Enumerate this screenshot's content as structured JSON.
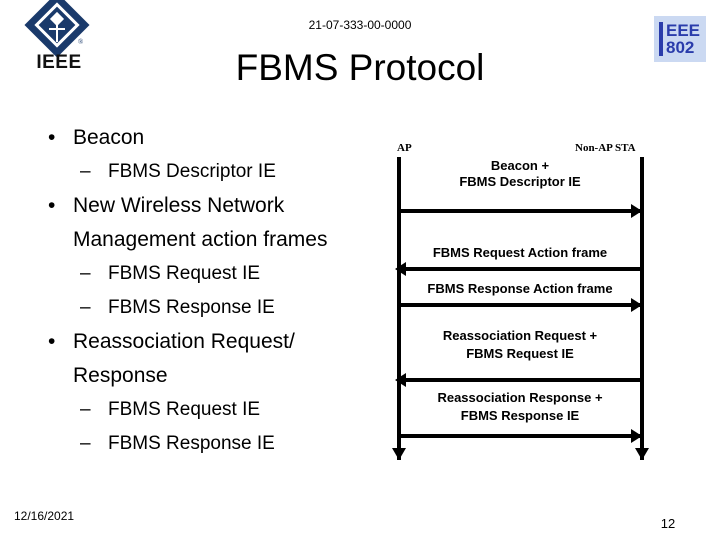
{
  "header": {
    "doc_number": "21-07-333-00-0000",
    "title": "FBMS Protocol"
  },
  "logos": {
    "ieee": {
      "wordmark": "IEEE",
      "registered_mark": "®",
      "icon": "ieee-diamond-logo",
      "color": "#1a3a6b"
    },
    "ieee802": {
      "line1": "EEE",
      "line2": "802",
      "background": "#cbd9f2",
      "text_color": "#2a3cab"
    }
  },
  "bullets": [
    {
      "level": 1,
      "marker": "•",
      "text": "Beacon"
    },
    {
      "level": 2,
      "marker": "–",
      "text": "FBMS Descriptor IE"
    },
    {
      "level": 1,
      "marker": "•",
      "text": "New Wireless Network Management action frames"
    },
    {
      "level": 2,
      "marker": "–",
      "text": "FBMS Request IE"
    },
    {
      "level": 2,
      "marker": "–",
      "text": "FBMS Response IE"
    },
    {
      "level": 1,
      "marker": "•",
      "text": "Reassociation Request/ Response"
    },
    {
      "level": 2,
      "marker": "–",
      "text": "FBMS Request IE"
    },
    {
      "level": 2,
      "marker": "–",
      "text": "FBMS Response IE"
    }
  ],
  "sequence_diagram": {
    "actors": {
      "left": "AP",
      "right": "Non-AP STA"
    },
    "messages": [
      {
        "direction": "right",
        "line1": "Beacon  +",
        "line2": "FBMS Descriptor IE"
      },
      {
        "direction": "left",
        "line1": "FBMS Request Action frame",
        "line2": ""
      },
      {
        "direction": "right",
        "line1": "FBMS Response Action frame",
        "line2": ""
      },
      {
        "direction": "left",
        "line1": "Reassociation Request +",
        "line2": "FBMS Request IE"
      },
      {
        "direction": "right",
        "line1": "Reassociation Response +",
        "line2": "FBMS Response IE"
      }
    ]
  },
  "footer": {
    "date": "12/16/2021",
    "page_number": "12"
  }
}
